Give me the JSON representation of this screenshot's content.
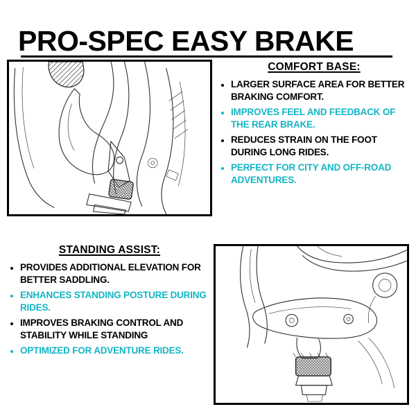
{
  "colors": {
    "accent": "#14b5c5",
    "ink": "#000000"
  },
  "header": {
    "title": "PRO-SPEC EASY BRAKE"
  },
  "sections": {
    "comfort_base": {
      "heading": "COMFORT BASE:",
      "bullets": [
        {
          "text": "LARGER SURFACE AREA FOR BETTER BRAKING COMFORT.",
          "emphasis": "default"
        },
        {
          "text": "IMPROVES FEEL AND FEEDBACK OF THE REAR BRAKE.",
          "emphasis": "accent"
        },
        {
          "text": "REDUCES STRAIN ON THE FOOT DURING LONG RIDES.",
          "emphasis": "default"
        },
        {
          "text": "PERFECT FOR CITY AND OFF-ROAD ADVENTURES.",
          "emphasis": "accent"
        }
      ]
    },
    "standing_assist": {
      "heading": "STANDING ASSIST:",
      "bullets": [
        {
          "text": "PROVIDES ADDITIONAL ELEVATION FOR BETTER SADDLING.",
          "emphasis": "default"
        },
        {
          "text": "ENHANCES STANDING POSTURE DURING RIDES.",
          "emphasis": "accent"
        },
        {
          "text": "IMPROVES BRAKING CONTROL AND STABILITY WHILE STANDING",
          "emphasis": "default"
        },
        {
          "text": "OPTIMIZED FOR ADVENTURE RIDES.",
          "emphasis": "accent"
        }
      ]
    },
    "images": {
      "top_left": "brake-pedal-side-view-line-art",
      "bottom_right": "brake-pedal-close-up-line-art"
    }
  }
}
